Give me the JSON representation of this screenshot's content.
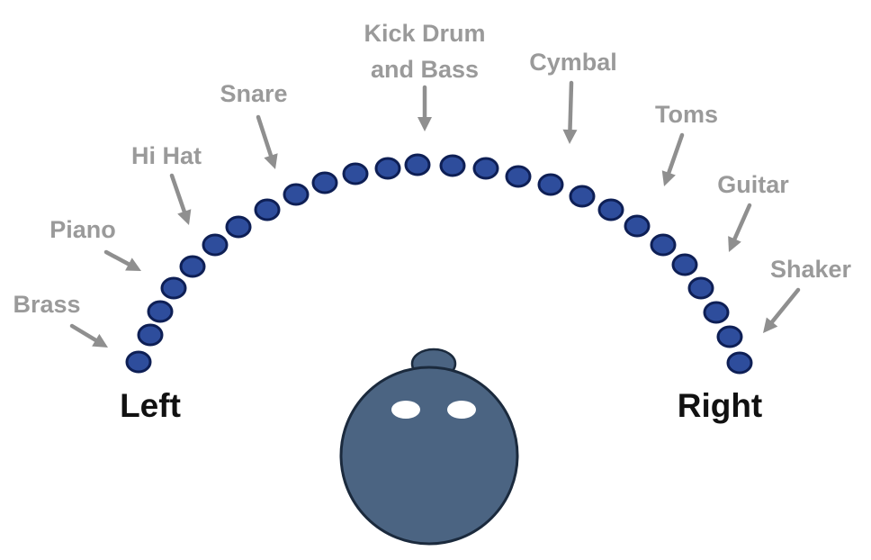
{
  "diagram": {
    "instruments": [
      {
        "id": "brass",
        "lines": [
          "Brass"
        ]
      },
      {
        "id": "piano",
        "lines": [
          "Piano"
        ]
      },
      {
        "id": "hihat",
        "lines": [
          "Hi Hat"
        ]
      },
      {
        "id": "snare",
        "lines": [
          "Snare"
        ]
      },
      {
        "id": "kick",
        "lines": [
          "Kick Drum",
          "and Bass"
        ]
      },
      {
        "id": "cymbal",
        "lines": [
          "Cymbal"
        ]
      },
      {
        "id": "toms",
        "lines": [
          "Toms"
        ]
      },
      {
        "id": "guitar",
        "lines": [
          "Guitar"
        ]
      },
      {
        "id": "shaker",
        "lines": [
          "Shaker"
        ]
      }
    ],
    "left_label": "Left",
    "right_label": "Right",
    "colors": {
      "dot_fill": "#2e4d9c",
      "dot_outline": "#0e1f55",
      "head_fill": "#4b6482",
      "label_gray": "#9a9a9a",
      "arrow_gray": "#8f8f8f",
      "side_label": "#111111"
    }
  }
}
